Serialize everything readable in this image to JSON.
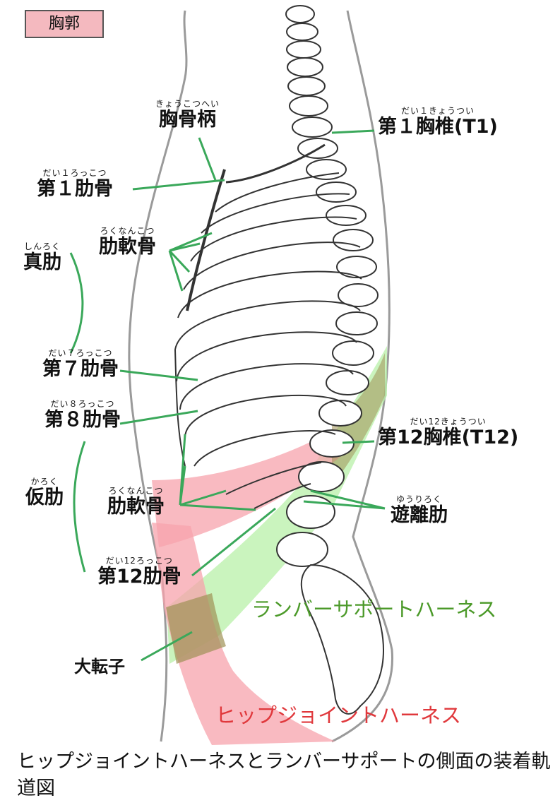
{
  "title": "胸郭",
  "labels": {
    "manubrium": {
      "ruby": "きょうこつへい",
      "text": "胸骨柄"
    },
    "t1": {
      "ruby": "だい１きょうつい",
      "text": "第１胸椎(T1)"
    },
    "rib1": {
      "ruby": "だい１ろっこつ",
      "text": "第１肋骨"
    },
    "costal_cartilage_upper": {
      "ruby": "ろくなんこつ",
      "text": "肋軟骨"
    },
    "true_ribs": {
      "ruby": "しんろく",
      "text": "真肋"
    },
    "rib7": {
      "ruby": "だい７ろっこつ",
      "text": "第７肋骨"
    },
    "rib8": {
      "ruby": "だい８ろっこつ",
      "text": "第８肋骨"
    },
    "t12": {
      "ruby": "だい12きょうつい",
      "text": "第12胸椎(T12)"
    },
    "false_ribs": {
      "ruby": "かろく",
      "text": "仮肋"
    },
    "costal_cartilage_lower": {
      "ruby": "ろくなんこつ",
      "text": "肋軟骨"
    },
    "floating_ribs": {
      "ruby": "ゆうりろく",
      "text": "遊離肋"
    },
    "rib12": {
      "ruby": "だい12ろっこつ",
      "text": "第12肋骨"
    },
    "greater_trochanter": {
      "text": "大転子"
    }
  },
  "harness": {
    "lumbar": "ランバーサポートハーネス",
    "hip": "ヒップジョイントハーネス"
  },
  "caption": "ヒップジョイントハーネスとランバーサポートの側面の装着軌道図",
  "colors": {
    "leader_line": "#3aa85a",
    "lumbar_band": "#b8f0a8",
    "hip_band": "#f7a3ac",
    "overlap": "#a09255",
    "title_bg": "#f4b9bf"
  }
}
